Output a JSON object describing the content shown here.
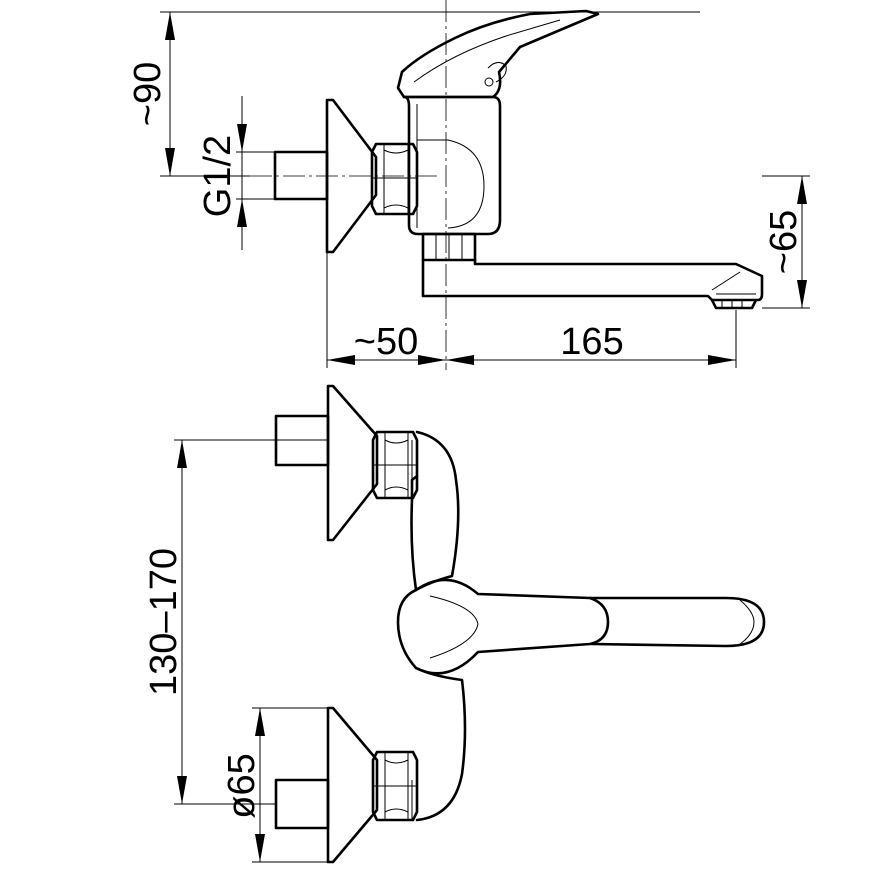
{
  "dimensions": {
    "height_handle": "~90",
    "thread": "G1/2",
    "spout_height": "~65",
    "wall_offset": "~50",
    "spout_reach": "165",
    "inlet_spacing": "130–170",
    "flange_diameter": "ø65"
  }
}
